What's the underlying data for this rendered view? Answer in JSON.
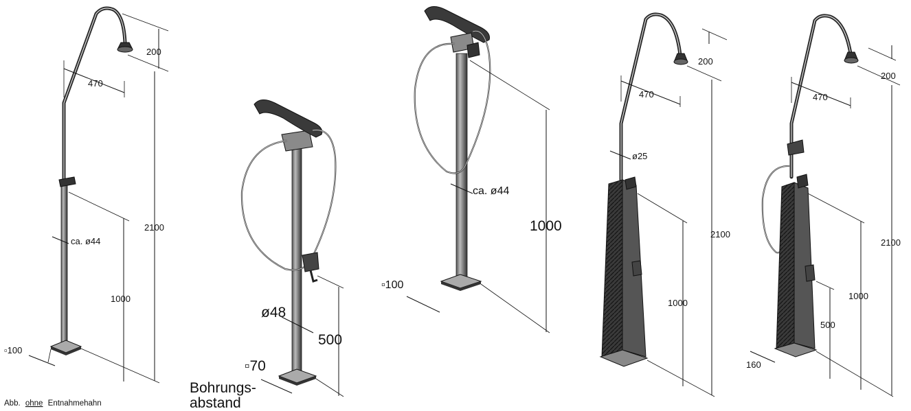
{
  "caption": {
    "prefix": "Abb.",
    "emphasis": "ohne",
    "suffix": "Entnahmehahn"
  },
  "shower1": {
    "dim_head_drop": "200",
    "dim_arm_reach": "470",
    "dim_total_height": "2100",
    "dim_pipe_diameter": "ca. ø44",
    "dim_valve_height": "1000",
    "dim_base": "▫100"
  },
  "shower2": {
    "dim_pipe_diameter": "ø48",
    "dim_tap_height": "500",
    "dim_base": "▫70",
    "base_note_line1": "Bohrungs-",
    "base_note_line2": "abstand"
  },
  "shower3": {
    "dim_pipe_diameter": "ca. ø44",
    "dim_height": "1000",
    "dim_base": "▫100"
  },
  "shower4": {
    "dim_head_drop": "200",
    "dim_arm_reach": "470",
    "dim_arm_diameter": "ø25",
    "dim_total_height": "2100",
    "dim_valve_height": "1000"
  },
  "shower5": {
    "dim_head_drop": "200",
    "dim_arm_reach": "470",
    "dim_total_height": "2100",
    "dim_valve_height": "1000",
    "dim_tap_height": "500",
    "dim_base": "160"
  }
}
